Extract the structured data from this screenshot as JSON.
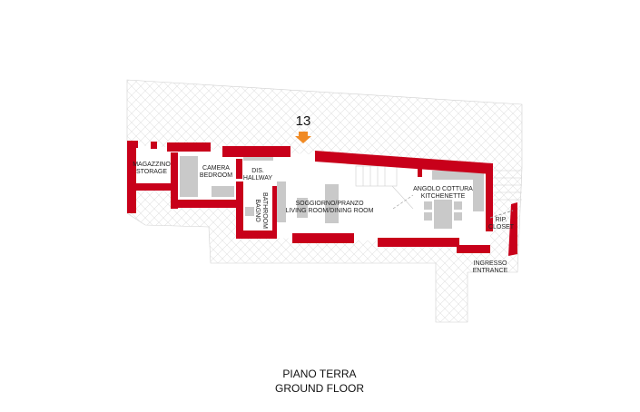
{
  "plan": {
    "unit_number": "13",
    "title_line1": "PIANO TERRA",
    "title_line2": "GROUND FLOOR",
    "wall_color": "#c8001a",
    "arrow_color": "#f08a24",
    "rooms": [
      {
        "it": "MAGAZZINO",
        "en": "STORAGE"
      },
      {
        "it": "CAMERA",
        "en": "BEDROOM"
      },
      {
        "it": "DIS.",
        "en": "HALLWAY"
      },
      {
        "it": "BAGNO",
        "en": "BATHROOM"
      },
      {
        "it": "SOGGIORNO/PRANZO",
        "en": "LIVING ROOM/DINING ROOM"
      },
      {
        "it": "ANGOLO COTTURA",
        "en": "KITCHENETTE"
      },
      {
        "it": "RIP.",
        "en": "CLOSET"
      },
      {
        "it": "INGRESSO",
        "en": "ENTRANCE"
      }
    ]
  }
}
